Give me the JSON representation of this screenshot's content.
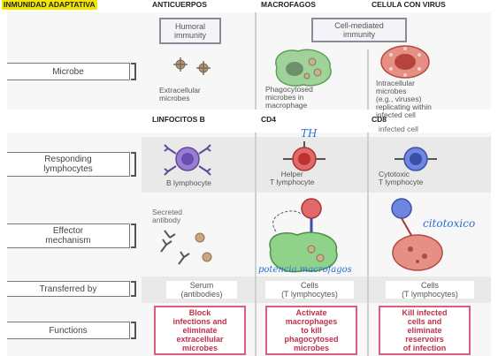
{
  "headers": {
    "inmunidad": "INMUNIDAD ADAPTATIVA",
    "anticuerpos": "ANTICUERPOS",
    "macrofagos": "MACROFAGOS",
    "celula_virus": "CELULA CON VIRUS",
    "linfocitos_b": "LINFOCITOS B",
    "cd4": "CD4",
    "cd8": "CD8"
  },
  "top": {
    "humoral": "Humoral\nimmunity",
    "cell_mediated": "Cell-mediated\nimmunity",
    "microbe_label": "Microbe",
    "extracellular": "Extracellular\nmicrobes",
    "phagocytosed": "Phagocytosed\nmicrobes in\nmacrophage",
    "intracellular": "Intracellular\nmicrobes\n(e.g., viruses)\nreplicating within\ninfected cell"
  },
  "bottom": {
    "infected_cell": "infected cell",
    "responding_label": "Responding\nlymphocytes",
    "b_lymphocyte": "B lymphocyte",
    "helper": "Helper\nT lymphocyte",
    "cytotoxic": "Cytotoxic\nT lymphocyte",
    "effector_label": "Effector\nmechanism",
    "secreted_antibody": "Secreted\nantibody",
    "transferred_label": "Transferred by",
    "serum": "Serum\n(antibodies)",
    "cells_cd4": "Cells\n(T lymphocytes)",
    "cells_cd8": "Cells\n(T lymphocytes)",
    "functions_label": "Functions",
    "func_b": "Block\ninfections and\neliminate\nextracellular\nmicrobes",
    "func_cd4": "Activate\nmacrophages\nto kill\nphagocytosed\nmicrobes",
    "func_cd8": "Kill infected\ncells and\neliminate\nreservoirs\nof infection"
  },
  "handwriting": {
    "th": "TH",
    "citotoxico": "citotoxico",
    "potencia": "potencia macrofagos"
  },
  "icons": [
    "antibody-icon",
    "b-cell-icon",
    "helper-t-cell-icon",
    "cytotoxic-t-cell-icon",
    "macrophage-icon",
    "infected-cell-icon",
    "microbe-icon"
  ],
  "colors": {
    "highlight": "#f2e500",
    "function_border": "#d9607a",
    "function_text": "#c0304a",
    "handwriting": "#2b6fd6"
  }
}
